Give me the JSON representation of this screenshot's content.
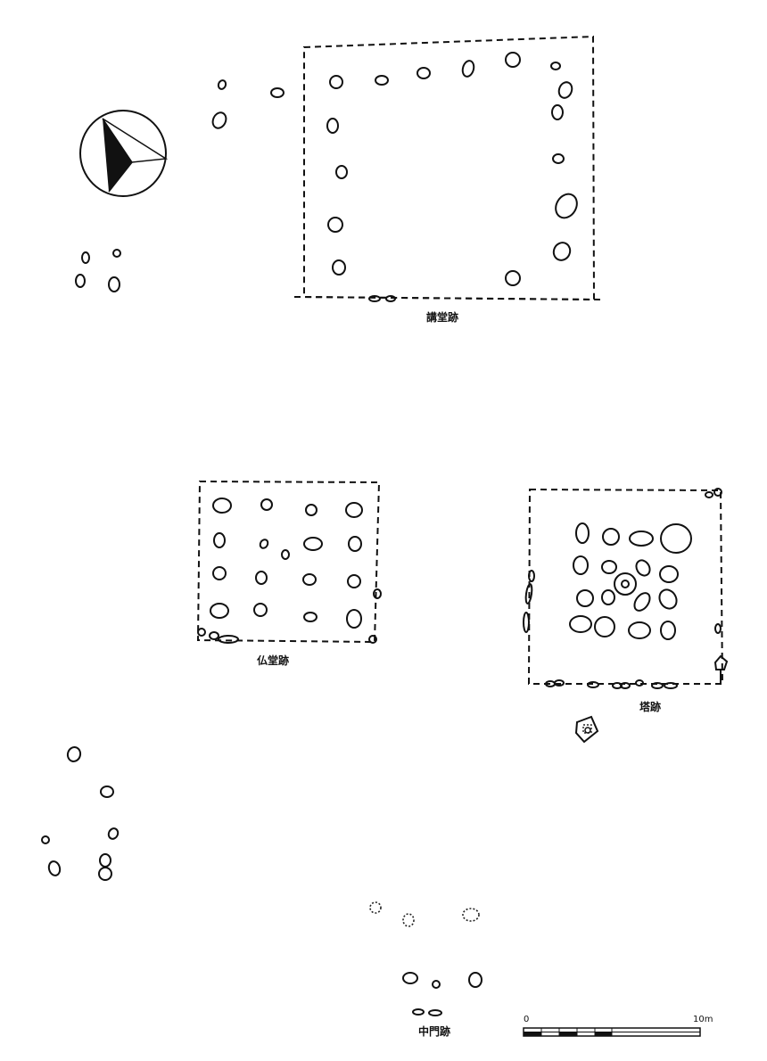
{
  "compass": {
    "icon": "north-arrow-icon"
  },
  "buildings": {
    "lecture_hall": {
      "label": "講堂跡"
    },
    "buddha_hall": {
      "label": "仏堂跡"
    },
    "pagoda": {
      "label": "塔跡"
    },
    "middle_gate": {
      "label": "中門跡"
    }
  },
  "scale_bar": {
    "start_label": "0",
    "end_label": "10m"
  }
}
